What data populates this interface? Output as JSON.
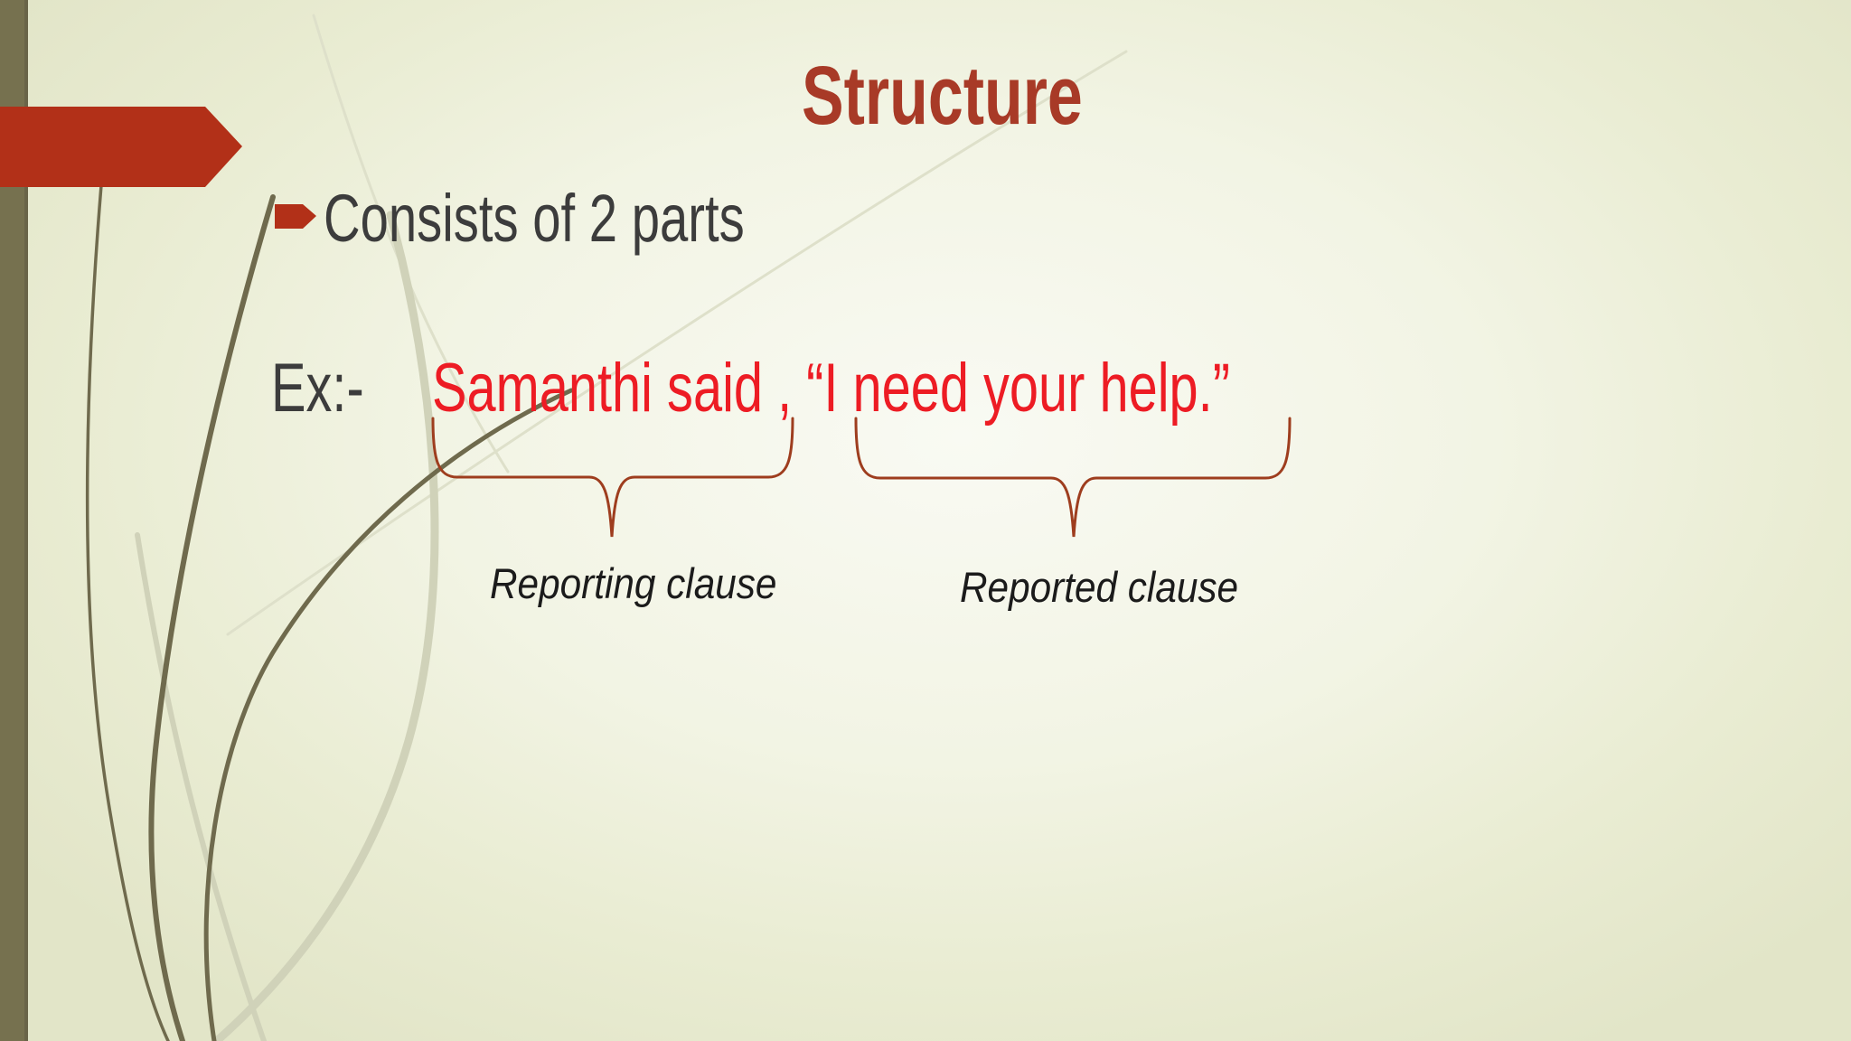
{
  "slide": {
    "title": {
      "text": "Structure",
      "color": "#a83a27"
    },
    "bullet": {
      "text": "Consists of 2 parts",
      "color": "#3c3c3c"
    },
    "example": {
      "prefix": "Ex:-",
      "prefix_color": "#3c3c3c",
      "sentence": "Samanthi said , “I need your help.”",
      "sentence_color": "#ed1c24"
    },
    "annotations": {
      "reporting_label": "Reporting clause",
      "reported_label": "Reported clause",
      "label_color": "#1b1b1b",
      "brace_color": "#9e3d1e"
    },
    "decor": {
      "sidebar_color": "#76714f",
      "sidebar_edge_color": "#696448",
      "banner_color": "#b23018",
      "bullet_icon_color": "#b23018",
      "grass_dark_color": "#6f6a4d",
      "grass_light_color": "#d0d2b9",
      "grass_faint_color": "#dee0ca",
      "background_center": "#f9faf3",
      "background_edge": "#e2e5c8"
    }
  }
}
